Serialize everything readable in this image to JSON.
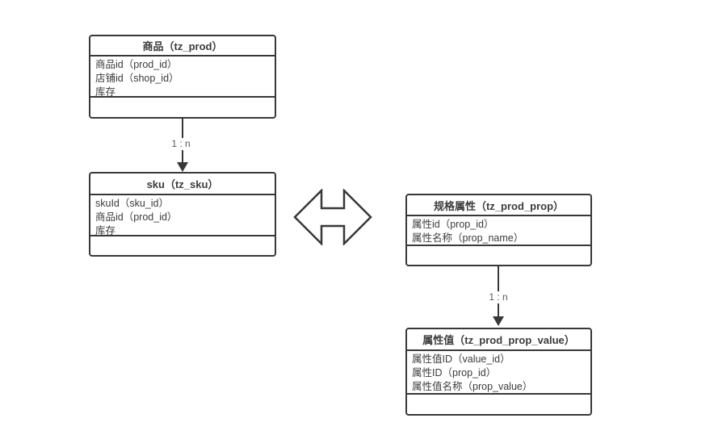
{
  "colors": {
    "stroke": "#383838",
    "text": "#3b3b3b",
    "relation_label": "#595959",
    "shape_fill": "#ffffff",
    "background": "#ffffff"
  },
  "entities": [
    {
      "title": "商品（tz_prod）",
      "rows": [
        "商品id（prod_id）",
        "店铺id（shop_id）",
        "库存"
      ]
    },
    {
      "title": "sku（tz_sku）",
      "rows": [
        "skuId（sku_id）",
        "商品id（prod_id）",
        "库存"
      ]
    },
    {
      "title": "规格属性（tz_prod_prop）",
      "rows": [
        "属性id（prop_id）",
        "属性名称（prop_name）"
      ]
    },
    {
      "title": "属性值（tz_prod_prop_value）",
      "rows": [
        "属性值ID（value_id）",
        "属性ID（prop_id）",
        "属性值名称（prop_value）"
      ]
    }
  ],
  "relations": [
    {
      "label": "1 : n",
      "from": "商品（tz_prod）",
      "to": "sku（tz_sku）"
    },
    {
      "label": "1 : n",
      "from": "规格属性（tz_prod_prop）",
      "to": "属性值（tz_prod_prop_value）"
    }
  ],
  "connector": {
    "type": "bidirectional-arrow",
    "between": [
      "sku（tz_sku）",
      "规格属性（tz_prod_prop）"
    ]
  }
}
